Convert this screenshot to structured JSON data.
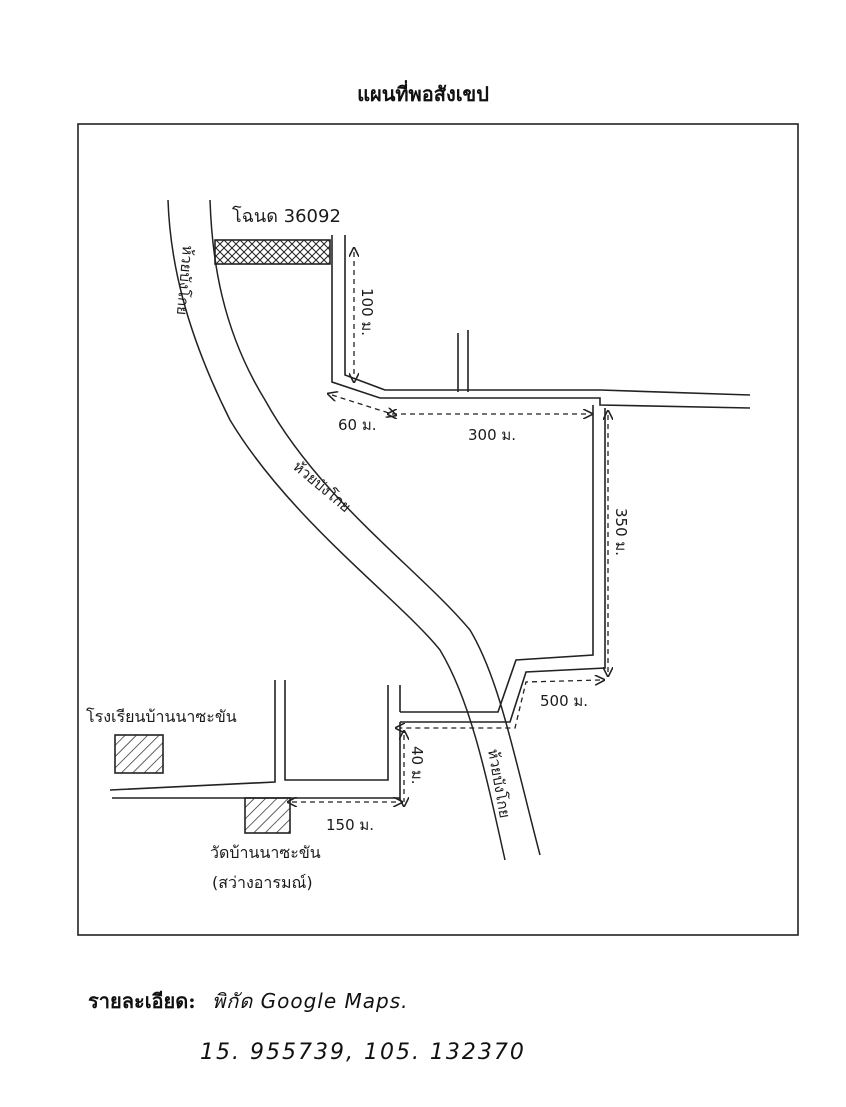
{
  "title": "แผนที่พอสังเขป",
  "labels": {
    "top_landmark": "โฉนด 36092",
    "creek_1": "ห้วยบังโกย",
    "creek_2": "ห้วยบังโกย",
    "creek_3": "ห้วยบังโกย",
    "school": "โรงเรียนบ้านนาซะขัน",
    "temple_1": "วัดบ้านนาซะขัน",
    "temple_2": "(สว่างอารมณ์)"
  },
  "distances": {
    "d100": "100 ม.",
    "d60": "60 ม.",
    "d300": "300 ม.",
    "d350": "350 ม.",
    "d500": "500 ม.",
    "d40": "40 ม.",
    "d150": "150 ม."
  },
  "footer": {
    "label": "รายละเอียด:",
    "value": "พิกัด Google Maps.",
    "coords": "15. 955739, 105. 132370"
  }
}
